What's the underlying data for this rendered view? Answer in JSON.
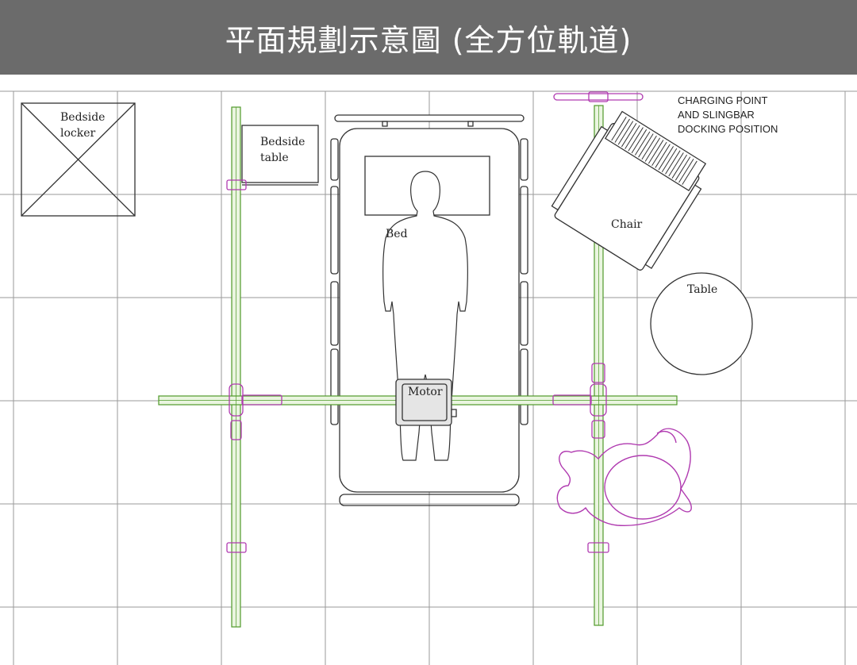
{
  "header": {
    "title": "平面規劃示意圖 (全方位軌道)"
  },
  "labels": {
    "bedside_locker": [
      "Bedside",
      "locker"
    ],
    "bedside_table": [
      "Bedside",
      "table"
    ],
    "bed": "Bed",
    "chair": "Chair",
    "table": "Table",
    "motor": "Motor",
    "charging_point": [
      "CHARGING POINT",
      "AND SLINGBAR",
      "DOCKING POSITION"
    ]
  },
  "colors": {
    "header_bg": "#6b6b6b",
    "grid": "#9a9a9a",
    "rail": "#4f9a2a",
    "bracket": "#b03ab0",
    "outline": "#333333"
  }
}
